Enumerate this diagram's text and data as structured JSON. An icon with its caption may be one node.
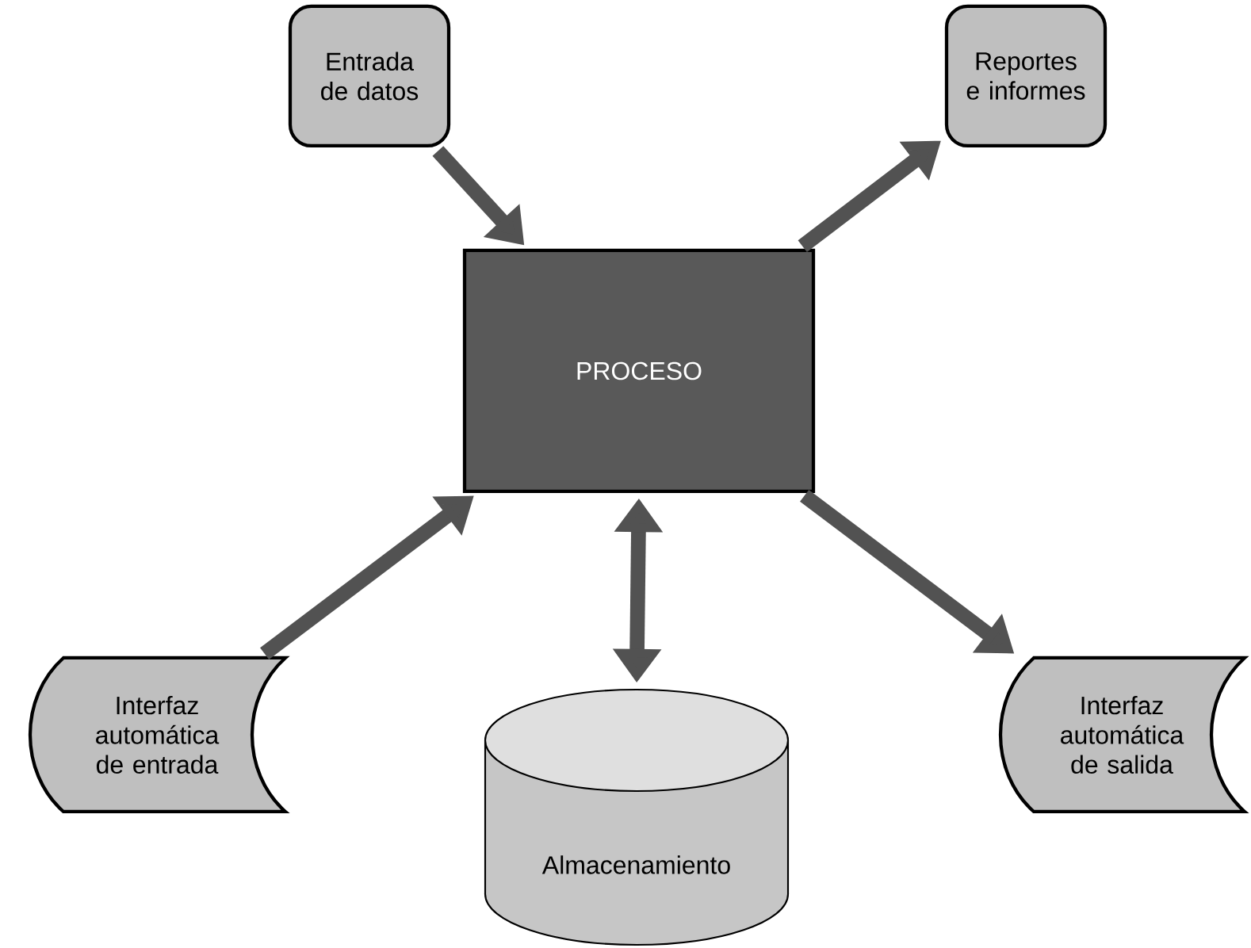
{
  "diagram": {
    "nodes": [
      {
        "text": [
          "Entrada de datos"
        ]
      },
      {
        "text": [
          "Reportes e informes"
        ]
      },
      {
        "text": [
          "PROCESO"
        ]
      },
      {
        "text": [
          "Interfaz automática de entrada"
        ]
      },
      {
        "text": [
          "Almacenamiento"
        ]
      },
      {
        "text": [
          "Interfaz automática de salida"
        ]
      }
    ],
    "edges": [
      {
        "from": 0,
        "to": 2,
        "arrow": "to"
      },
      {
        "from": 2,
        "to": 1,
        "arrow": "to"
      },
      {
        "from": 3,
        "to": 2,
        "arrow": "to"
      },
      {
        "from": 2,
        "to": 4,
        "arrow": "both"
      },
      {
        "from": 2,
        "to": 5,
        "arrow": "to"
      }
    ]
  }
}
